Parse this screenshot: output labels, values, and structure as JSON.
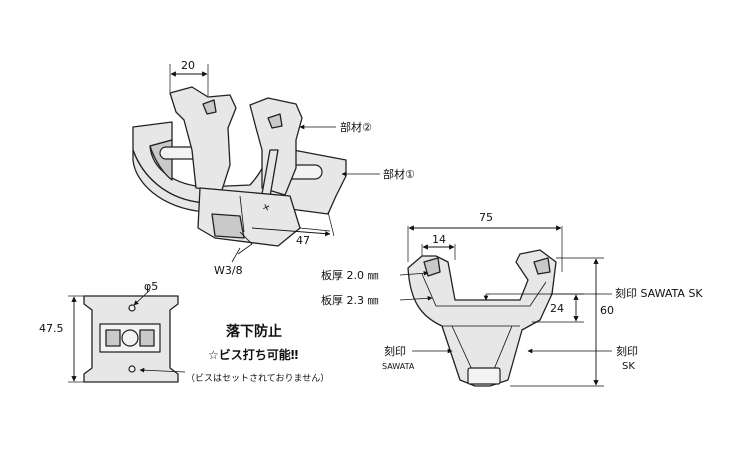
{
  "dimensions": {
    "iso_width": "20",
    "iso_depth": "47",
    "thread": "W3/8",
    "front_width": "75",
    "front_inner": "14",
    "front_height": "60",
    "front_lip": "24",
    "plate_diameter": "φ5",
    "plate_height": "47.5"
  },
  "labels": {
    "part2": "部材②",
    "part1": "部材①",
    "thickness1": "板厚 2.0 ㎜",
    "thickness2": "板厚 2.3 ㎜",
    "stamp_top": "刻印 SAWATA SK",
    "stamp_left_line1": "刻印",
    "stamp_left_line2": "SAWATA",
    "stamp_right_line1": "刻印",
    "stamp_right_line2": "SK"
  },
  "notes": {
    "fall_prevention": "落下防止",
    "screw_ok": "☆ビス打ち可能‼",
    "screw_note": "（ビスはセットされておりません）"
  },
  "colors": {
    "metal": "#e7e7e7",
    "metal_shadow": "#c9c9c9",
    "line": "#222222"
  }
}
